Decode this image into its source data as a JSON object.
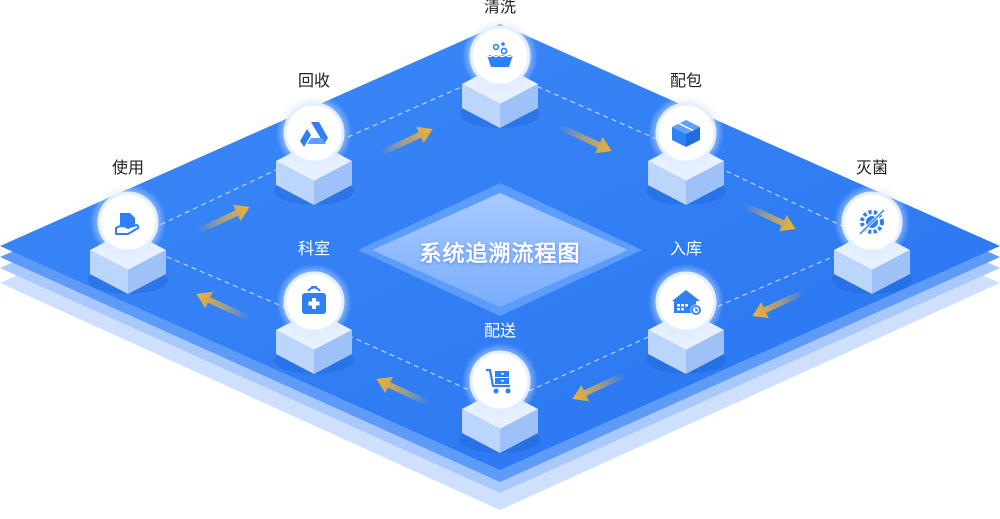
{
  "title": "系统追溯流程图",
  "steps": [
    {
      "id": "use",
      "label": "使用",
      "icon": "hand-document-icon"
    },
    {
      "id": "recycle",
      "label": "回收",
      "icon": "drive-triangle-icon"
    },
    {
      "id": "clean",
      "label": "清洗",
      "icon": "wash-basin-icon"
    },
    {
      "id": "pack",
      "label": "配包",
      "icon": "box-icon"
    },
    {
      "id": "sterilize",
      "label": "灭菌",
      "icon": "gear-sterilize-icon"
    },
    {
      "id": "store",
      "label": "入库",
      "icon": "warehouse-icon"
    },
    {
      "id": "deliver",
      "label": "配送",
      "icon": "cart-icon"
    },
    {
      "id": "dept",
      "label": "科室",
      "icon": "medical-kit-icon"
    }
  ],
  "colors": {
    "platform": "#2f7ff5",
    "platform_edge": "#5596f7",
    "arrow": "#f1b43a",
    "icon": "#2f7ff5"
  }
}
